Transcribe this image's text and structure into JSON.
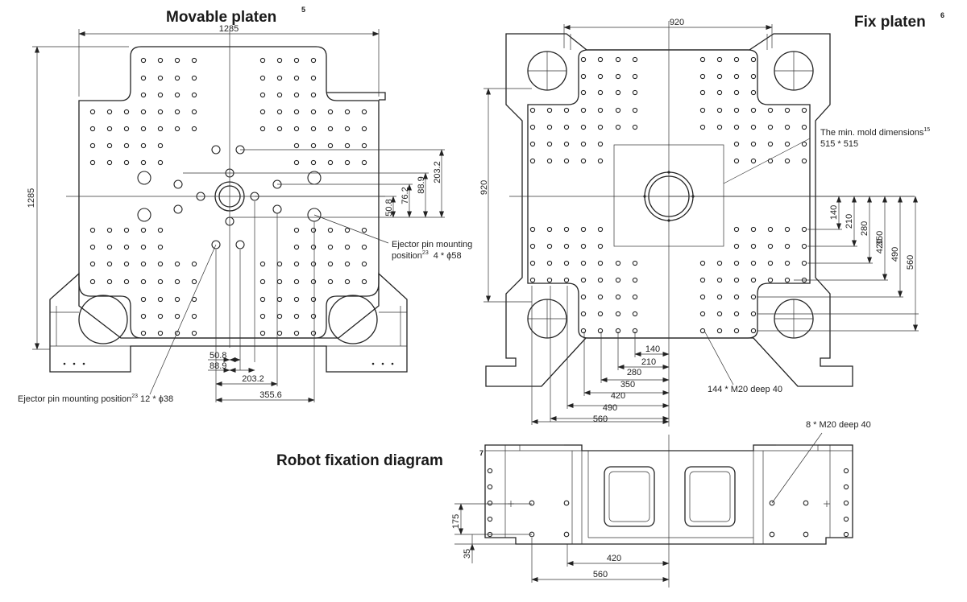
{
  "movable": {
    "title": "Movable platen",
    "title_sup": "5",
    "dim_width": "1285",
    "dim_height": "1285",
    "right_dims": [
      "203.2",
      "88.9",
      "76.2",
      "50.8"
    ],
    "bottom_dims": [
      "50.8",
      "88.9",
      "203.2",
      "355.6"
    ],
    "ejector_note_1": "Ejector pin mounting",
    "ejector_note_2": "position",
    "ejector_note_2_sup": "23",
    "ejector_note_2_tail": "4 * ϕ58",
    "ejector_note_3": "Ejector pin mounting position",
    "ejector_note_3_sup": "23",
    "ejector_note_3_tail": "12 * ϕ38"
  },
  "fix": {
    "title": "Fix platen",
    "title_sup": "6",
    "dim_width": "920",
    "dim_height": "920",
    "mold_note_1": "The min. mold dimensions",
    "mold_note_1_sup": "15",
    "mold_note_2": "515 * 515",
    "right_dims": [
      "140",
      "210",
      "280",
      "350",
      "420",
      "490",
      "560"
    ],
    "bottom_dims": [
      "140",
      "210",
      "280",
      "350",
      "420",
      "490",
      "560"
    ],
    "tap_note": "144 * M20 deep 40"
  },
  "robot": {
    "title": "Robot fixation diagram",
    "title_sup": "7",
    "tap_note": "8 * M20 deep 40",
    "left_dims": [
      "175",
      "35"
    ],
    "bottom_dims": [
      "420",
      "560"
    ]
  }
}
